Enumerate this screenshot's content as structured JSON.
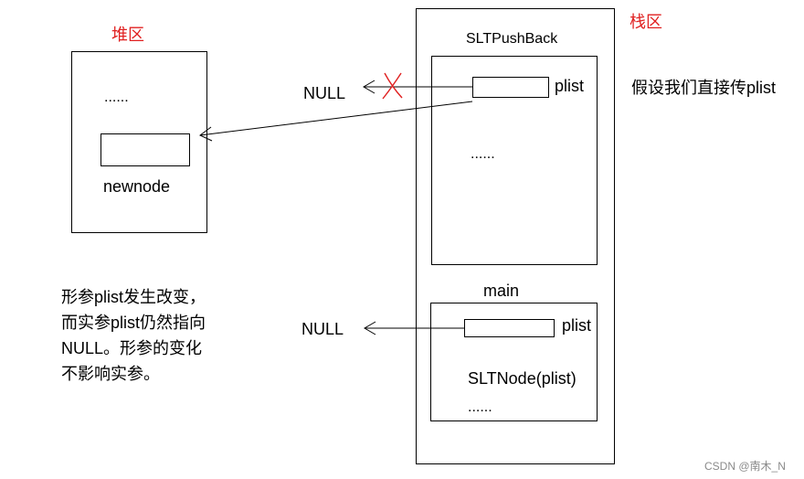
{
  "heap": {
    "title": "堆区",
    "ellipsis": "......",
    "node_label": "newnode"
  },
  "stack": {
    "title": "栈区",
    "frame_push": {
      "title": "SLTPushBack",
      "var_label": "plist",
      "ellipsis": "......"
    },
    "frame_main": {
      "title": "main",
      "var_label": "plist",
      "call_text": "SLTNode(plist)",
      "ellipsis": "......"
    }
  },
  "pointers": {
    "null_top": "NULL",
    "null_bottom": "NULL"
  },
  "annotation_right": "假设我们直接传plist",
  "note_lines": [
    "形参plist发生改变，",
    "而实参plist仍然指向",
    "NULL。形参的变化",
    "不影响实参。"
  ],
  "watermark": "CSDN @南木_N",
  "colors": {
    "label_red": "#e02020",
    "cross_red": "#e02020",
    "line": "#000000"
  }
}
